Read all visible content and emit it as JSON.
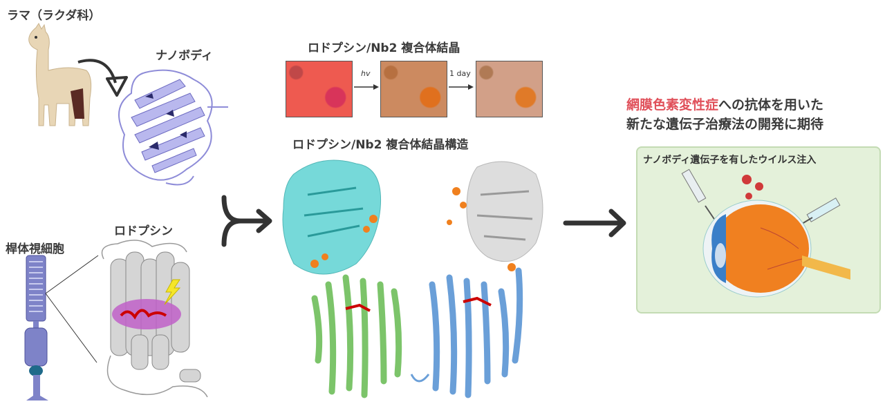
{
  "left": {
    "llama_label": "ラマ（ラクダ科）",
    "nanobody_label": "ナノボディ",
    "rod_cell_label": "桿体視細胞",
    "rhodopsin_label": "ロドプシン"
  },
  "center": {
    "crystal_title": "ロドプシン/Nb2 複合体結晶",
    "arrow1_label": "hv",
    "arrow2_label": "1 day",
    "structure_title": "ロドプシン/Nb2 複合体結晶構造"
  },
  "right": {
    "headline_highlight": "網膜色素変性症",
    "headline_rest": "への抗体を用いた",
    "headline_line2": "新たな遺伝子治療法の開発に期待",
    "box_title": "ナノボディ遺伝子を有したウイルス注入"
  },
  "colors": {
    "highlight": "#e0505a",
    "box_bg": "#e4f1da",
    "nanobody": "#b9b8ee",
    "cyan": "#5fd3d3",
    "green": "#7cc46a",
    "blue": "#6a9fd8"
  }
}
